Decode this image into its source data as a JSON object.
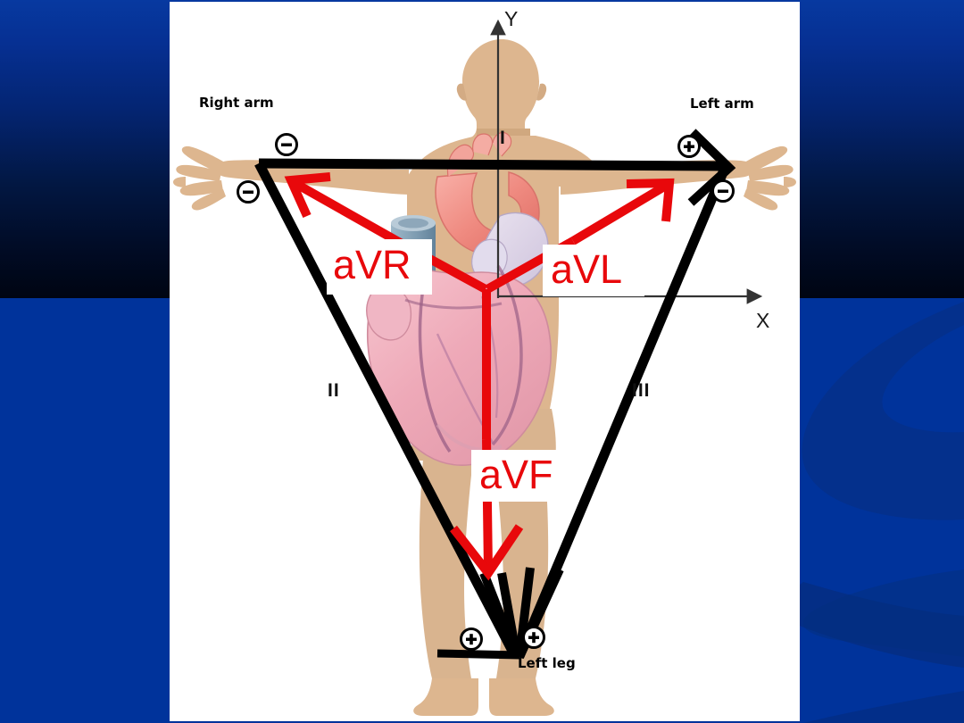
{
  "slide": {
    "background": {
      "top_band_color_start": "#0739a0",
      "top_band_color_end": "#000512",
      "bottom_band_color": "#00339b",
      "swirl_color": "#062a80"
    },
    "panel": {
      "background_color": "#ffffff"
    }
  },
  "diagram": {
    "title_text": "",
    "body_color": "#d9b48f",
    "axis_color": "#333333",
    "triangle_color": "#000000",
    "vector_color": "#e8080b",
    "axes": {
      "y_label": "Y",
      "x_label": "X"
    },
    "electrode_sites": {
      "right_arm": "Right arm",
      "left_arm": "Left arm",
      "left_leg": "Left leg"
    },
    "bipolar_leads": {
      "lead_I": "I",
      "lead_II": "II",
      "lead_III": "III"
    },
    "augmented_leads": {
      "aVR": "aVR",
      "aVL": "aVL",
      "aVF": "aVF"
    },
    "electrode_polarity": {
      "right_arm_upper": "−",
      "right_arm_lower": "−",
      "left_arm_upper": "+",
      "left_arm_lower": "−",
      "left_leg_left": "+",
      "left_leg_right": "+"
    }
  }
}
